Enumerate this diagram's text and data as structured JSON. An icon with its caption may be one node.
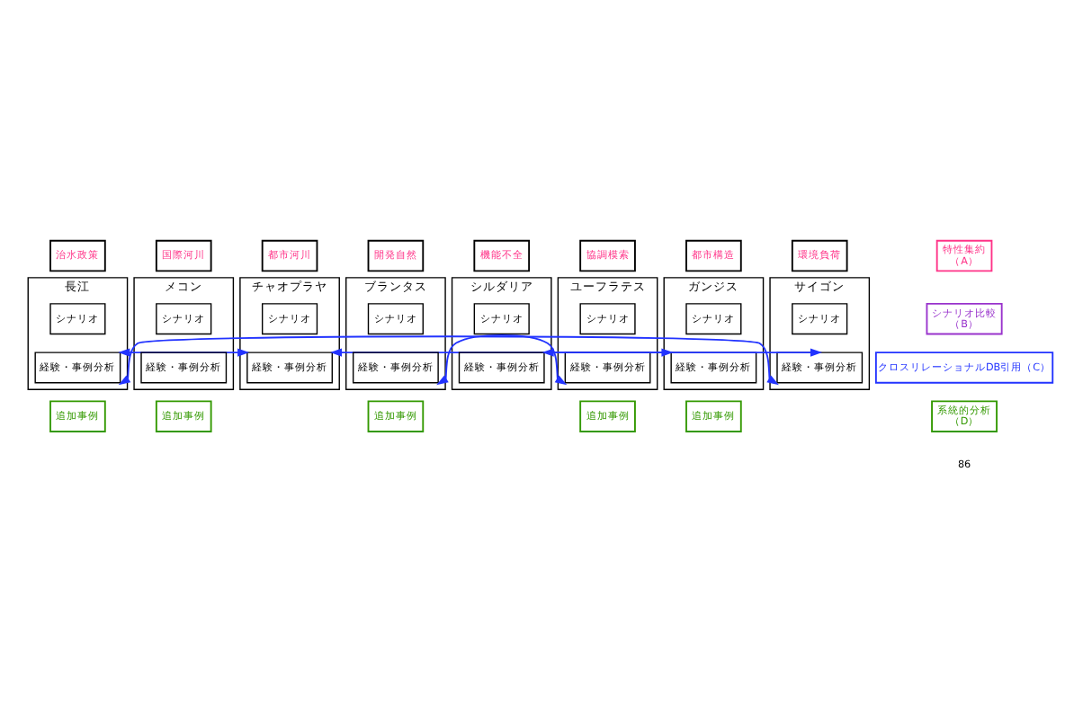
{
  "diagram": {
    "nodes": [
      {
        "text": [
          "治水政策"
        ]
      },
      {
        "text": [
          "国際河川"
        ]
      },
      {
        "text": [
          "都市河川"
        ]
      },
      {
        "text": [
          "開発自然"
        ]
      },
      {
        "text": [
          "機能不全"
        ]
      },
      {
        "text": [
          "協調模索"
        ]
      },
      {
        "text": [
          "都市構造"
        ]
      },
      {
        "text": [
          "環境負荷"
        ]
      },
      {
        "text": [
          "特性集約",
          "（A）"
        ]
      },
      {
        "text": [
          "長江"
        ]
      },
      {
        "text": [
          "シナリオ"
        ],
        "in": 9
      },
      {
        "text": [
          "経験・事例分析"
        ],
        "in": 9
      },
      {
        "text": [
          "メコン"
        ]
      },
      {
        "text": [
          "シナリオ"
        ],
        "in": 12
      },
      {
        "text": [
          "経験・事例分析"
        ],
        "in": 12
      },
      {
        "text": [
          "チャオプラヤ"
        ]
      },
      {
        "text": [
          "シナリオ"
        ],
        "in": 15
      },
      {
        "text": [
          "経験・事例分析"
        ],
        "in": 15
      },
      {
        "text": [
          "ブランタス"
        ]
      },
      {
        "text": [
          "シナリオ"
        ],
        "in": 18
      },
      {
        "text": [
          "経験・事例分析"
        ],
        "in": 18
      },
      {
        "text": [
          "シルダリア"
        ]
      },
      {
        "text": [
          "シナリオ"
        ],
        "in": 21
      },
      {
        "text": [
          "経験・事例分析"
        ],
        "in": 21
      },
      {
        "text": [
          "ユーフラテス"
        ]
      },
      {
        "text": [
          "シナリオ"
        ],
        "in": 24
      },
      {
        "text": [
          "経験・事例分析"
        ],
        "in": 24
      },
      {
        "text": [
          "ガンジス"
        ]
      },
      {
        "text": [
          "シナリオ"
        ],
        "in": 27
      },
      {
        "text": [
          "経験・事例分析"
        ],
        "in": 27
      },
      {
        "text": [
          "サイゴン"
        ]
      },
      {
        "text": [
          "シナリオ"
        ],
        "in": 30
      },
      {
        "text": [
          "経験・事例分析"
        ],
        "in": 30
      },
      {
        "text": [
          "シナリオ比較",
          "（B）"
        ]
      },
      {
        "text": [
          "クロスリレーショナルDB引用（C）"
        ]
      },
      {
        "text": [
          "系統的分析",
          "（D）"
        ]
      },
      {
        "text": [
          "追加事例"
        ]
      },
      {
        "text": [
          "追加事例"
        ]
      },
      {
        "text": [
          "追加事例"
        ]
      },
      {
        "text": [
          "追加事例"
        ]
      },
      {
        "text": [
          "追加事例"
        ]
      }
    ],
    "edges": [
      {
        "from": 11,
        "to": 17,
        "arrow": "both"
      },
      {
        "from": 17,
        "to": 29,
        "arrow": "both"
      },
      {
        "from": 20,
        "to": 26,
        "arrow": "both"
      },
      {
        "from": 11,
        "to": 32,
        "arrow": "both"
      },
      {
        "from": 23,
        "to": 32,
        "arrow": "both"
      }
    ],
    "labels": [
      "86"
    ]
  }
}
